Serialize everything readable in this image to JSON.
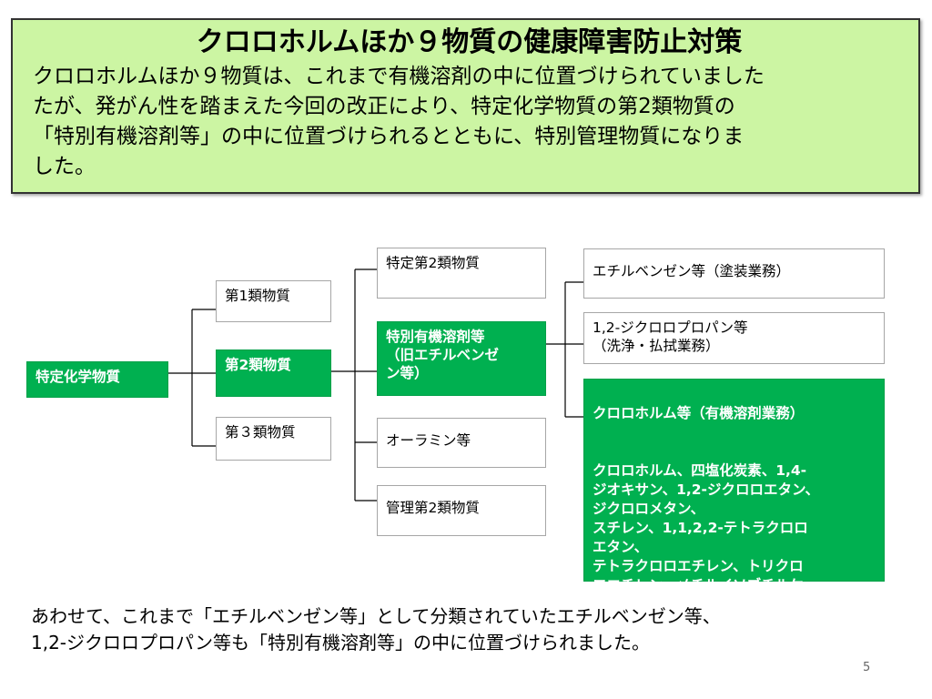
{
  "header": {
    "title": "クロロホルムほか９物質の健康障害防止対策",
    "body": "クロロホルムほか９物質は、これまで有機溶剤の中に位置づけられていました\nたが、発がん性を踏まえた今回の改正により、特定化学物質の第2類物質の\n「特別有機溶剤等」の中に位置づけられるとともに、特別管理物質になりま\nした。"
  },
  "diagram": {
    "root": "特定化学物質",
    "class1": "第1類物質",
    "class2": "第2類物質",
    "class3": "第３類物質",
    "specific_class2": "特定第2類物質",
    "special_organic": "特別有機溶剤等\n（旧エチルベンゼ\nン等）",
    "auramine": "オーラミン等",
    "managed_class2": "管理第2類物質",
    "ethylbenzene": "エチルベンゼン等（塗装業務）",
    "dichloropropane": "1,2-ジクロロプロパン等\n（洗浄・払拭業務）",
    "chloroform_heading": "クロロホルム等（有機溶剤業務）",
    "chloroform_list": "クロロホルム、四塩化炭素、1,4-\nジオキサン、1,2-ジクロロエタン、\nジクロロメタン、\nスチレン、1,1,2,2-テトラクロロ\nエタン、\nテトラクロロエチレン、トリクロ\nロエチレン、メチルイソブチルケ\nトン",
    "colors": {
      "highlight": "#00b050",
      "header_bg": "#ccf5a3"
    }
  },
  "footer": {
    "note": "あわせて、これまで「エチルベンゼン等」として分類されていたエチルベンゼン等、\n1,2-ジクロロプロパン等も「特別有機溶剤等」の中に位置づけられました。"
  },
  "page_number": "5"
}
